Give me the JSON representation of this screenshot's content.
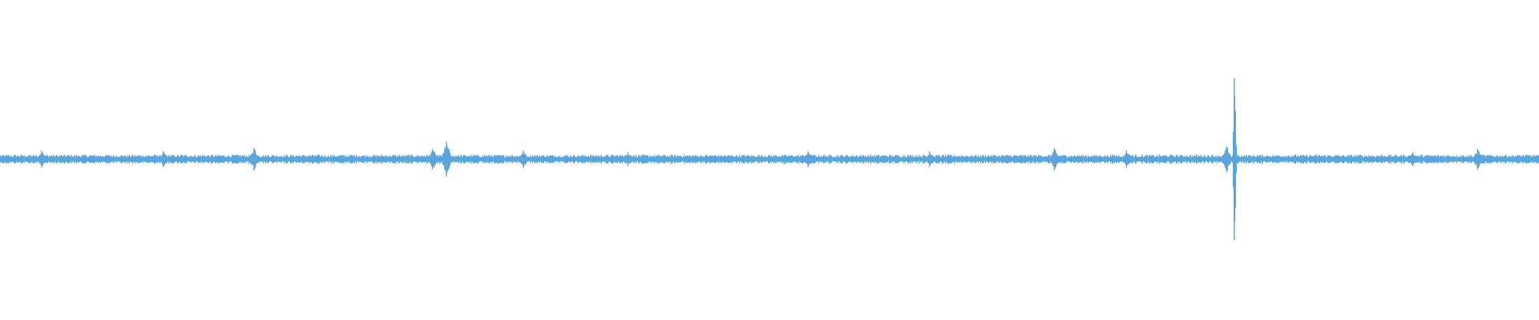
{
  "chart_data": {
    "type": "line",
    "title": "",
    "xlabel": "",
    "ylabel": "",
    "ylim": [
      -1,
      1
    ],
    "grid": false,
    "legend": "none",
    "baseline_amplitude": 0.045,
    "series": [
      {
        "color": "#5aa5dc",
        "bursts": [
          {
            "x": 0.027,
            "amp": 0.11
          },
          {
            "x": 0.106,
            "amp": 0.1
          },
          {
            "x": 0.165,
            "amp": 0.14
          },
          {
            "x": 0.281,
            "amp": 0.13
          },
          {
            "x": 0.29,
            "amp": 0.22
          },
          {
            "x": 0.34,
            "amp": 0.11
          },
          {
            "x": 0.408,
            "amp": 0.09
          },
          {
            "x": 0.525,
            "amp": 0.1
          },
          {
            "x": 0.604,
            "amp": 0.1
          },
          {
            "x": 0.685,
            "amp": 0.14
          },
          {
            "x": 0.732,
            "amp": 0.11
          },
          {
            "x": 0.797,
            "amp": 0.16
          },
          {
            "x": 0.802,
            "amp": 1.0
          },
          {
            "x": 0.918,
            "amp": 0.09
          },
          {
            "x": 0.96,
            "amp": 0.13
          }
        ]
      }
    ]
  }
}
